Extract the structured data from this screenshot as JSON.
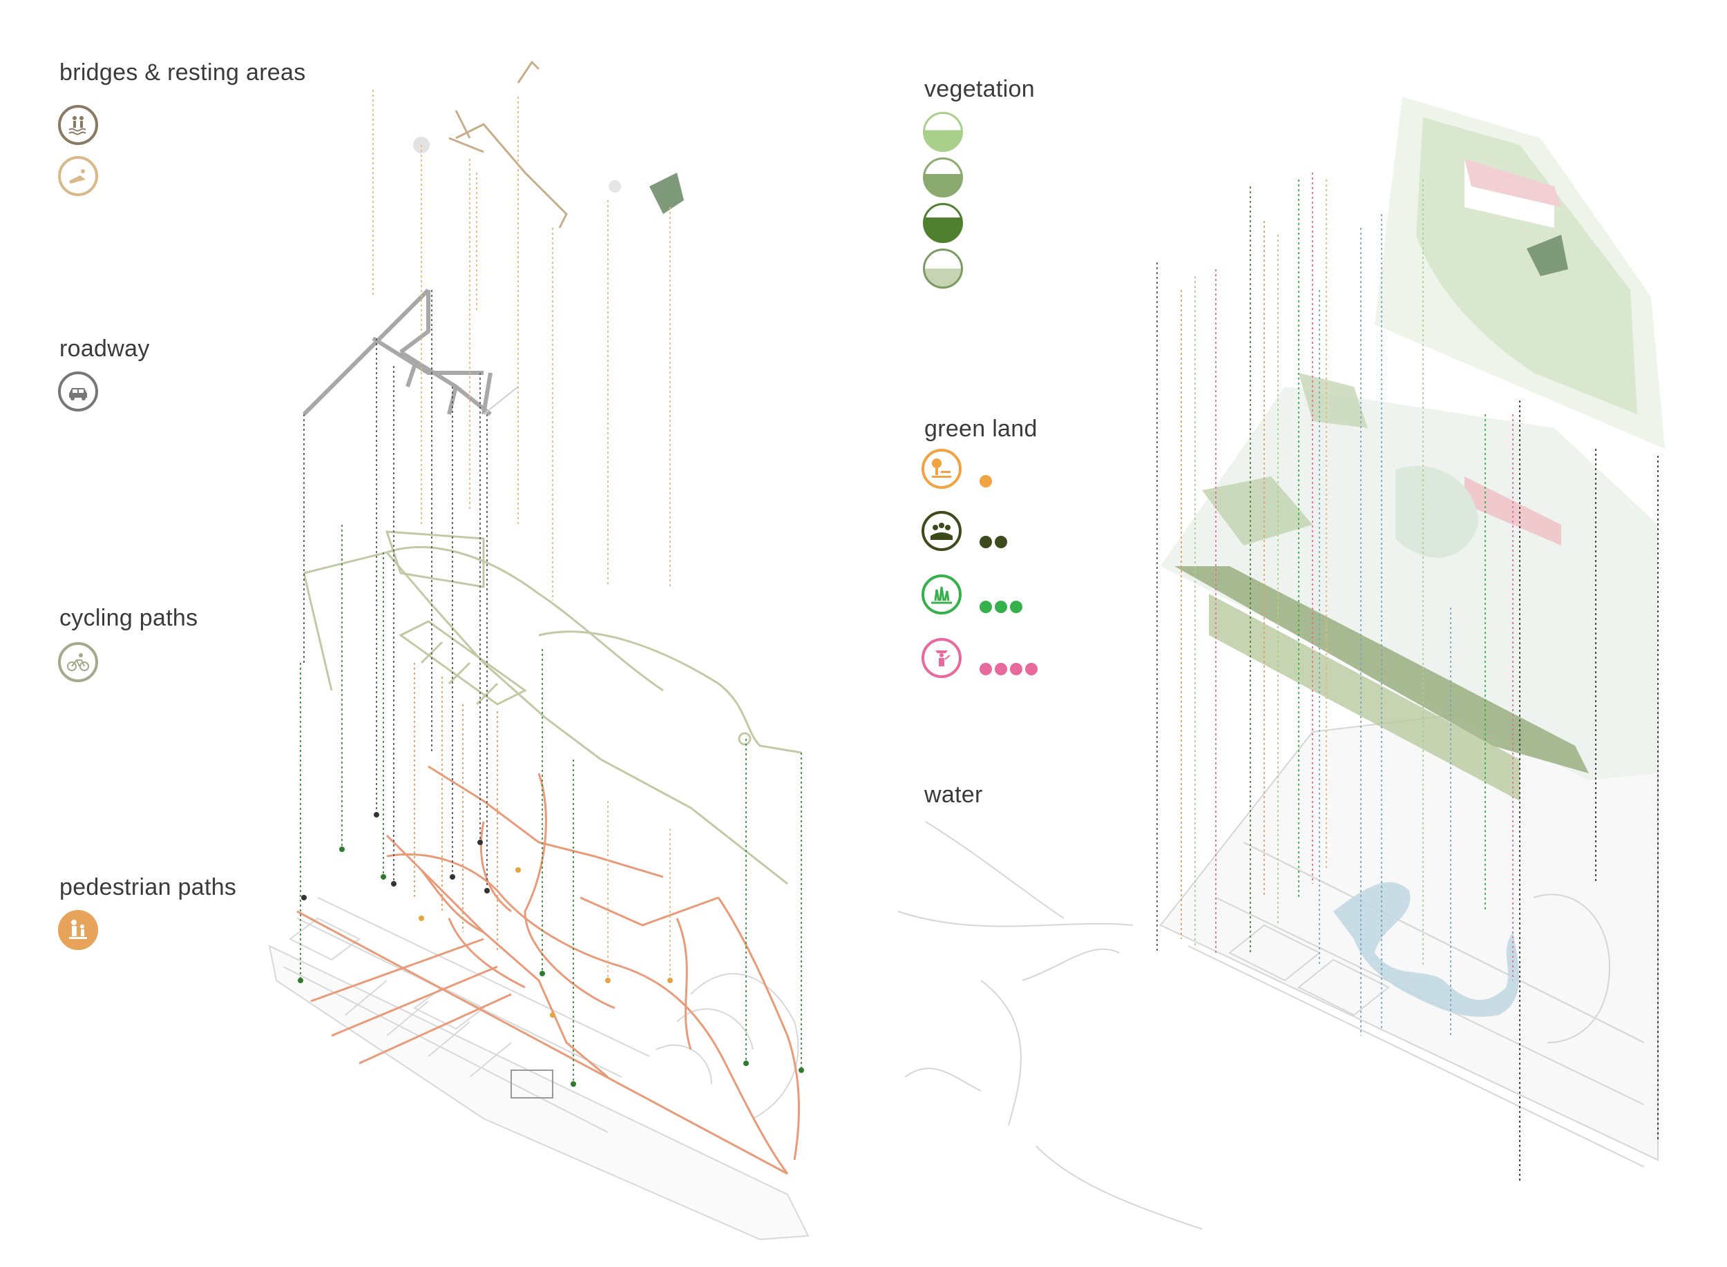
{
  "layers_left": {
    "bridges": {
      "label": "bridges & resting areas",
      "icons": [
        "bridge-people-icon",
        "resting-lounger-icon"
      ],
      "color": "#8b7a63",
      "color2": "#d9b88a"
    },
    "roadway": {
      "label": "roadway",
      "icons": [
        "car-icon"
      ],
      "color": "#777777"
    },
    "cycling": {
      "label": "cycling paths",
      "icons": [
        "bicycle-icon"
      ],
      "color": "#a3a98a"
    },
    "pedestrian": {
      "label": "pedestrian paths",
      "icons": [
        "pedestrian-family-icon"
      ],
      "color": "#e8a35a"
    }
  },
  "layers_right": {
    "vegetation": {
      "label": "vegetation",
      "icons": [
        "light-shrub-icon",
        "grass-hill-icon",
        "dense-tree-icon",
        "meadow-grass-icon"
      ],
      "colors": [
        "#a8d08a",
        "#8aaa70",
        "#4f8030",
        "#7a9a60"
      ]
    },
    "green_land": {
      "label": "green land",
      "rows": [
        {
          "icon": "park-bench-tree-icon",
          "color": "#f0a340",
          "dots": 1
        },
        {
          "icon": "farmland-icon",
          "color": "#3d4a1c",
          "dots": 2
        },
        {
          "icon": "wetland-grass-icon",
          "color": "#35b04a",
          "dots": 3
        },
        {
          "icon": "gardener-icon",
          "color": "#e7699e",
          "dots": 4
        }
      ]
    },
    "water": {
      "label": "water",
      "color": "#a7c9da"
    }
  }
}
